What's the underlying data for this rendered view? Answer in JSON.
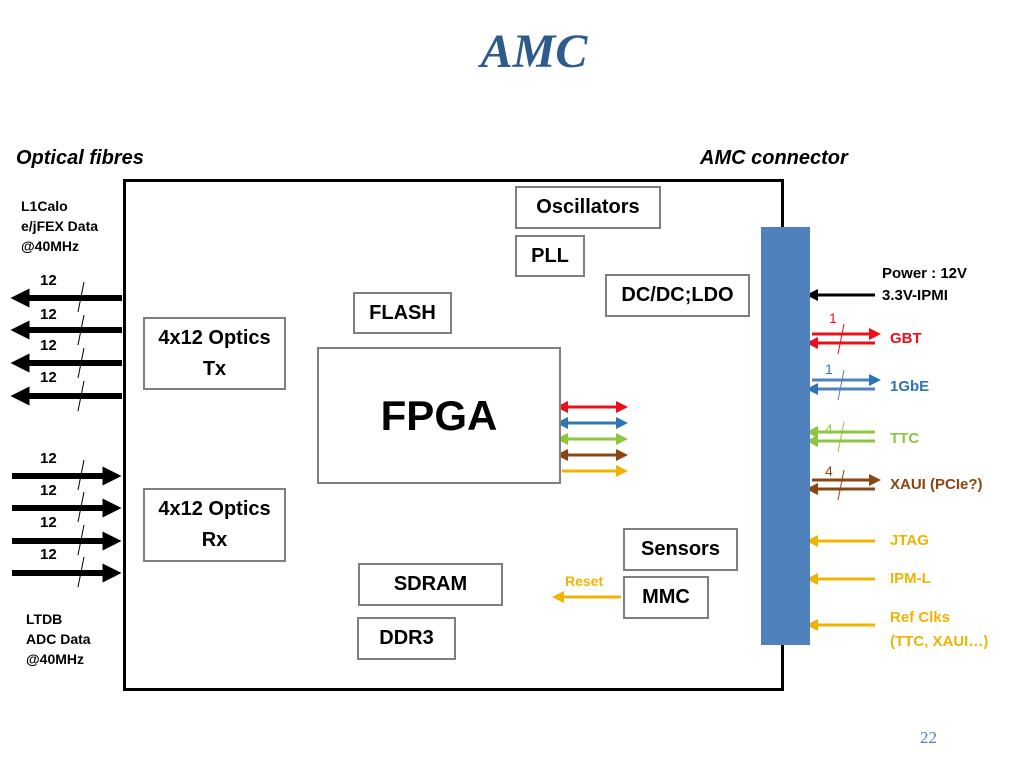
{
  "title": "AMC",
  "headings": {
    "left": "Optical fibres",
    "right": "AMC connector"
  },
  "boxes": {
    "oscillators": "Oscillators",
    "pll": "PLL",
    "dcdc": "DC/DC;LDO",
    "flash": "FLASH",
    "optics_tx": "4x12 Optics\nTx",
    "optics_rx": "4x12 Optics\nRx",
    "fpga": "FPGA",
    "sensors": "Sensors",
    "mmc": "MMC",
    "sdram": "SDRAM",
    "ddr3": "DDR3"
  },
  "left_notes": {
    "top": "L1Calo\ne/jFEX Data\n@40MHz",
    "bottom": "LTDB\nADC Data\n@40MHz"
  },
  "fibre_counts": {
    "tx": [
      "12",
      "12",
      "12",
      "12"
    ],
    "rx": [
      "12",
      "12",
      "12",
      "12"
    ]
  },
  "reset_label": "Reset",
  "signals": {
    "power": "Power : 12V\n3.3V-IPMI",
    "gbt": "GBT",
    "gbe": "1GbE",
    "ttc": "TTC",
    "xaui": "XAUI (PCIe?)",
    "jtag": "JTAG",
    "ipml": "IPM-L",
    "refclks": "Ref Clks\n(TTC, XAUI…)"
  },
  "lane_counts": {
    "gbt": "1",
    "gbe": "1",
    "ttc": "4",
    "xaui": "4"
  },
  "colors": {
    "red": "#e8111b",
    "blue": "#2e75b6",
    "green": "#8dc63f",
    "brown": "#8b4513",
    "yellow": "#f0b400",
    "bar": "#4f81bd",
    "title": "#2e5a8c"
  },
  "page_number": "22"
}
